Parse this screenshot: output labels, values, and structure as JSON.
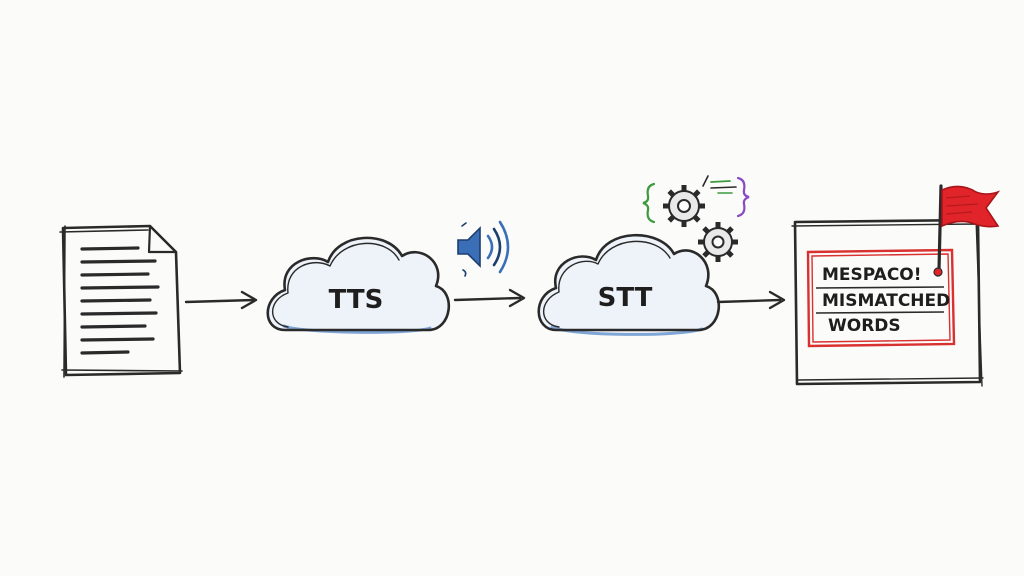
{
  "diagram": {
    "stages": [
      {
        "id": "document",
        "kind": "document"
      },
      {
        "id": "tts",
        "kind": "cloud",
        "label": "TTS"
      },
      {
        "id": "stt",
        "kind": "cloud",
        "label": "STT"
      },
      {
        "id": "report",
        "kind": "report",
        "lines": [
          "MESPACO!",
          "MISMATCHED",
          "WORDS"
        ]
      }
    ],
    "icons": [
      "speaker-icon",
      "gear-icon",
      "gear-icon",
      "code-brackets-icon",
      "red-flag-icon"
    ],
    "colors": {
      "ink": "#2a2a2a",
      "cloud_shade": "#7fa6d6",
      "speaker": "#3a6fb8",
      "flag": "#e0242a",
      "highlight": "#d93030",
      "code_green": "#3d9a3d",
      "code_purple": "#8a4bc2"
    }
  }
}
